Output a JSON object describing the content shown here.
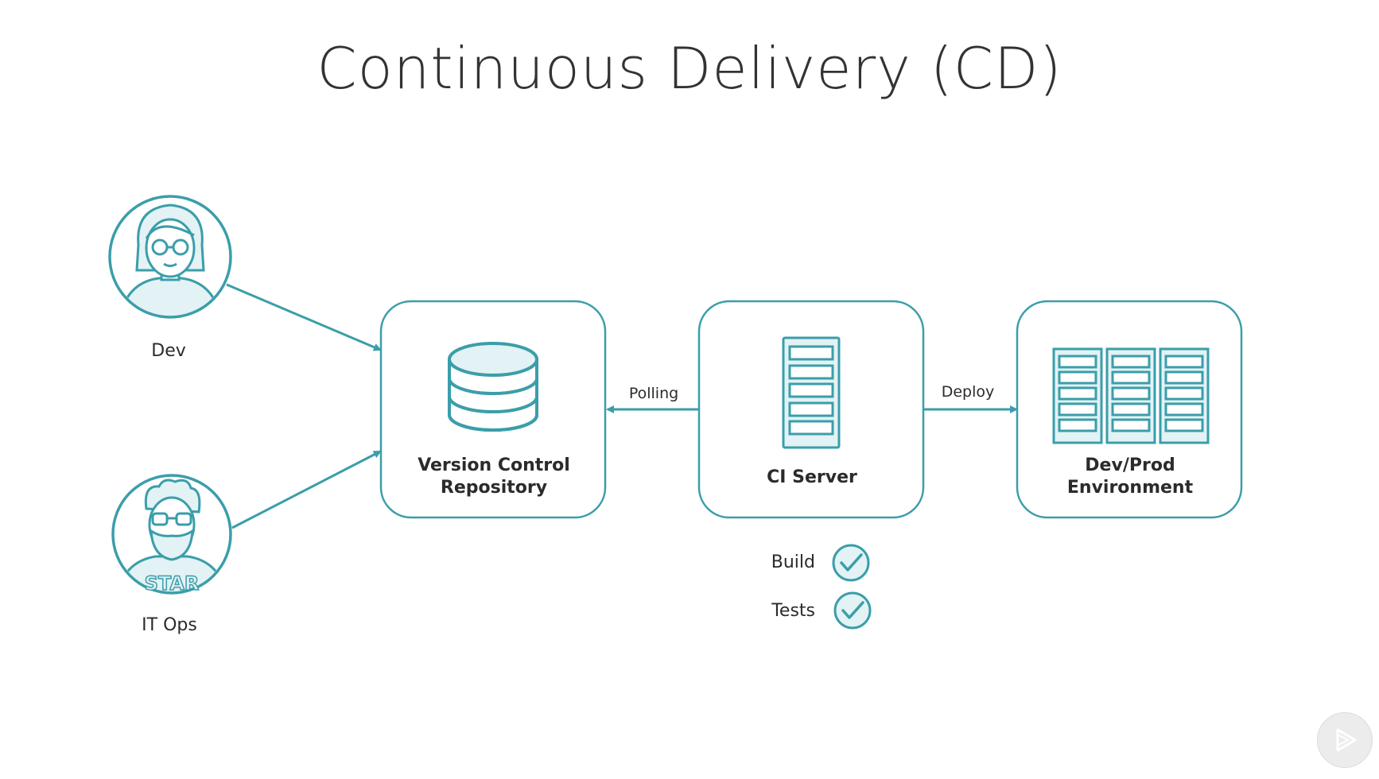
{
  "title": "Continuous Delivery (CD)",
  "colors": {
    "accent": "#3a9eaa",
    "accent_fill": "#e3f2f4",
    "text": "#2b2b2b"
  },
  "actors": [
    {
      "label": "Dev",
      "icon": "developer-avatar-icon"
    },
    {
      "label": "IT Ops",
      "icon": "it-ops-avatar-icon",
      "badge": "STAR"
    }
  ],
  "boxes": [
    {
      "label_lines": [
        "Version Control",
        "Repository"
      ],
      "icon": "database-icon"
    },
    {
      "label_lines": [
        "CI Server"
      ],
      "icon": "server-rack-icon"
    },
    {
      "label_lines": [
        "Dev/Prod",
        "Environment"
      ],
      "icon": "server-cluster-icon"
    }
  ],
  "edges": [
    {
      "from": "CI Server",
      "to": "Version Control Repository",
      "label": "Polling"
    },
    {
      "from": "CI Server",
      "to": "Dev/Prod Environment",
      "label": "Deploy"
    },
    {
      "from": "Dev",
      "to": "Version Control Repository",
      "label": ""
    },
    {
      "from": "IT Ops",
      "to": "Version Control Repository",
      "label": ""
    }
  ],
  "checks": [
    {
      "label": "Build",
      "icon": "checkmark-icon",
      "status": "passed"
    },
    {
      "label": "Tests",
      "icon": "checkmark-icon",
      "status": "passed"
    }
  ],
  "player": {
    "icon": "play-icon"
  }
}
